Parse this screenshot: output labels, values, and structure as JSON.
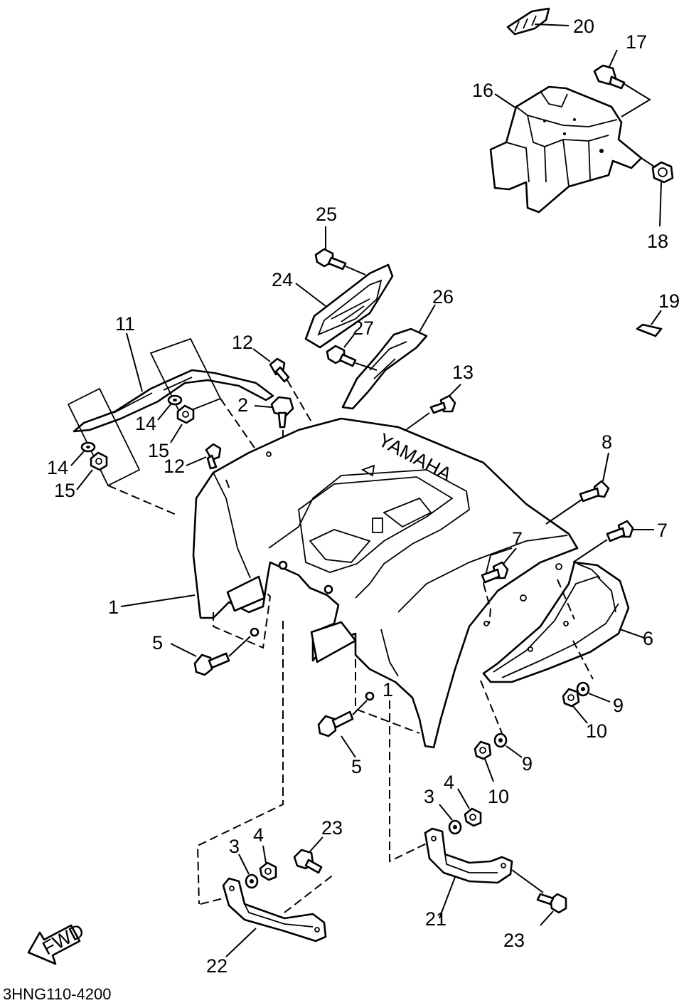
{
  "diagram": {
    "drawing_code": "3HNG110-4200",
    "direction_marker": "FWD",
    "brand_text": "YAMAHA",
    "callouts": {
      "c1a": "1",
      "c1b": "1",
      "c2": "2",
      "c3a": "3",
      "c3b": "3",
      "c4a": "4",
      "c4b": "4",
      "c5a": "5",
      "c5b": "5",
      "c6": "6",
      "c7a": "7",
      "c7b": "7",
      "c8": "8",
      "c9a": "9",
      "c9b": "9",
      "c10a": "10",
      "c10b": "10",
      "c11": "11",
      "c12a": "12",
      "c12b": "12",
      "c13": "13",
      "c14a": "14",
      "c14b": "14",
      "c15a": "15",
      "c15b": "15",
      "c16": "16",
      "c17": "17",
      "c18": "18",
      "c19": "19",
      "c20": "20",
      "c21": "21",
      "c22": "22",
      "c23a": "23",
      "c23b": "23",
      "c24": "24",
      "c25": "25",
      "c26": "26",
      "c27": "27"
    }
  }
}
